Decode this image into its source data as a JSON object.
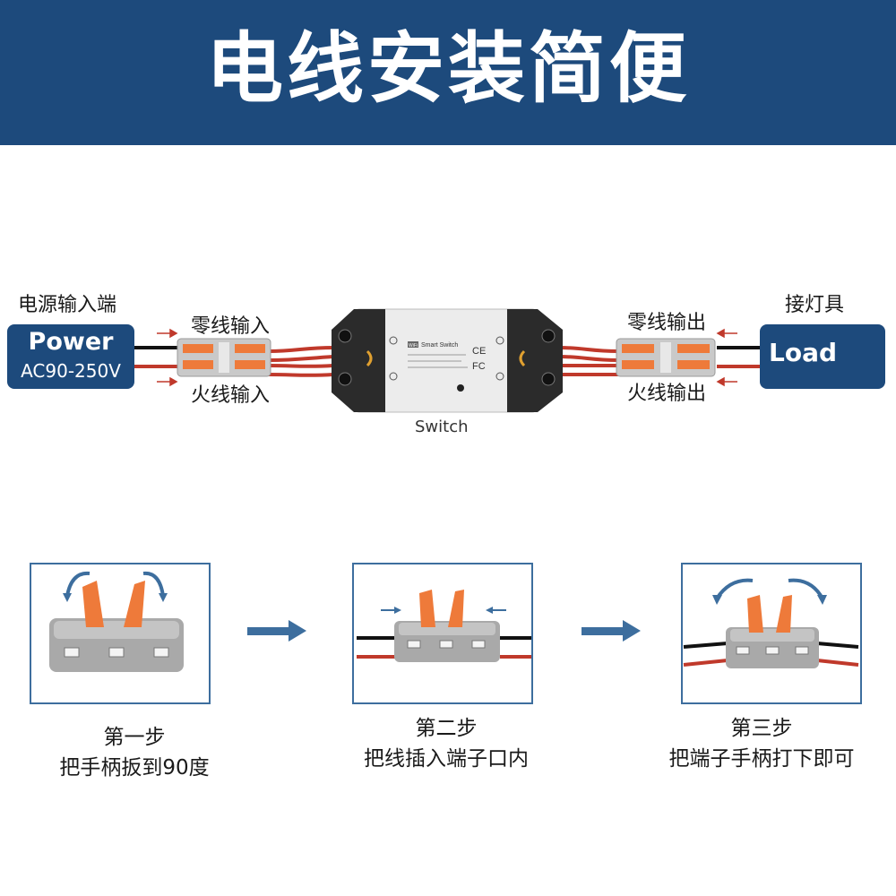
{
  "header": {
    "title": "电线安装简便"
  },
  "diagram": {
    "power_label": "电源输入端",
    "power_box": {
      "title": "Power",
      "subtitle": "AC90-250V"
    },
    "neutral_in": "零线输入",
    "live_in": "火线输入",
    "switch_label": "Switch",
    "device_text": {
      "brand": "WiFi",
      "model": "Smart Switch",
      "ce": "CE",
      "fc": "FC"
    },
    "neutral_out": "零线输出",
    "live_out": "火线输出",
    "load_label": "接灯具",
    "load_box": {
      "title": "Load"
    }
  },
  "steps": [
    {
      "title": "第一步",
      "desc": "把手柄扳到90度"
    },
    {
      "title": "第二步",
      "desc": "把线插入端子口内"
    },
    {
      "title": "第三步",
      "desc": "把端子手柄打下即可"
    }
  ],
  "colors": {
    "brand": "#1d4a7c",
    "lever": "#ee7a3a",
    "wire_red": "#c0392b",
    "wire_black": "#111111",
    "arrow": "#3d6e9e"
  }
}
